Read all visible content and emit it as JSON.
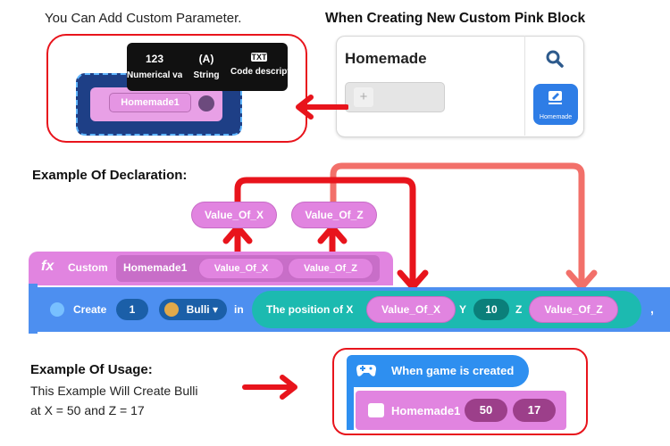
{
  "titles": {
    "add_param": "You Can Add Custom Parameter.",
    "when_creating": "When Creating New Custom Pink Block",
    "declaration": "Example Of Declaration:",
    "usage": "Example Of Usage:",
    "usage_line1": "This Example Will Create Bulli",
    "usage_line2": "at X = 50 and Z = 17"
  },
  "param_menu": {
    "items": [
      {
        "icon": "123",
        "label": "Numerical value"
      },
      {
        "icon": "(A)",
        "label": "String"
      },
      {
        "icon": "TXT",
        "label": "Code description"
      }
    ],
    "block_label": "Homemade1"
  },
  "palette": {
    "category": "Homemade",
    "tab_label": "Homemade",
    "add_symbol": "+"
  },
  "declaration": {
    "param_x": "Value_Of_X",
    "param_z": "Value_Of_Z",
    "fx": "fx",
    "custom": "Custom",
    "block_name": "Homemade1",
    "create": "Create",
    "count": "1",
    "object": "Bulli",
    "in": "in",
    "position_of_x": "The position of X",
    "y_label": "Y",
    "y_value": "10",
    "z_label": "Z",
    "trailing": ","
  },
  "usage": {
    "event": "When game is created",
    "block_name": "Homemade1",
    "x_value": "50",
    "z_value": "17"
  },
  "colors": {
    "red": "#e8141c",
    "salmon": "#f2706a",
    "pink": "#e184e0",
    "teal": "#1cbab0",
    "blue": "#4d8ff0"
  }
}
